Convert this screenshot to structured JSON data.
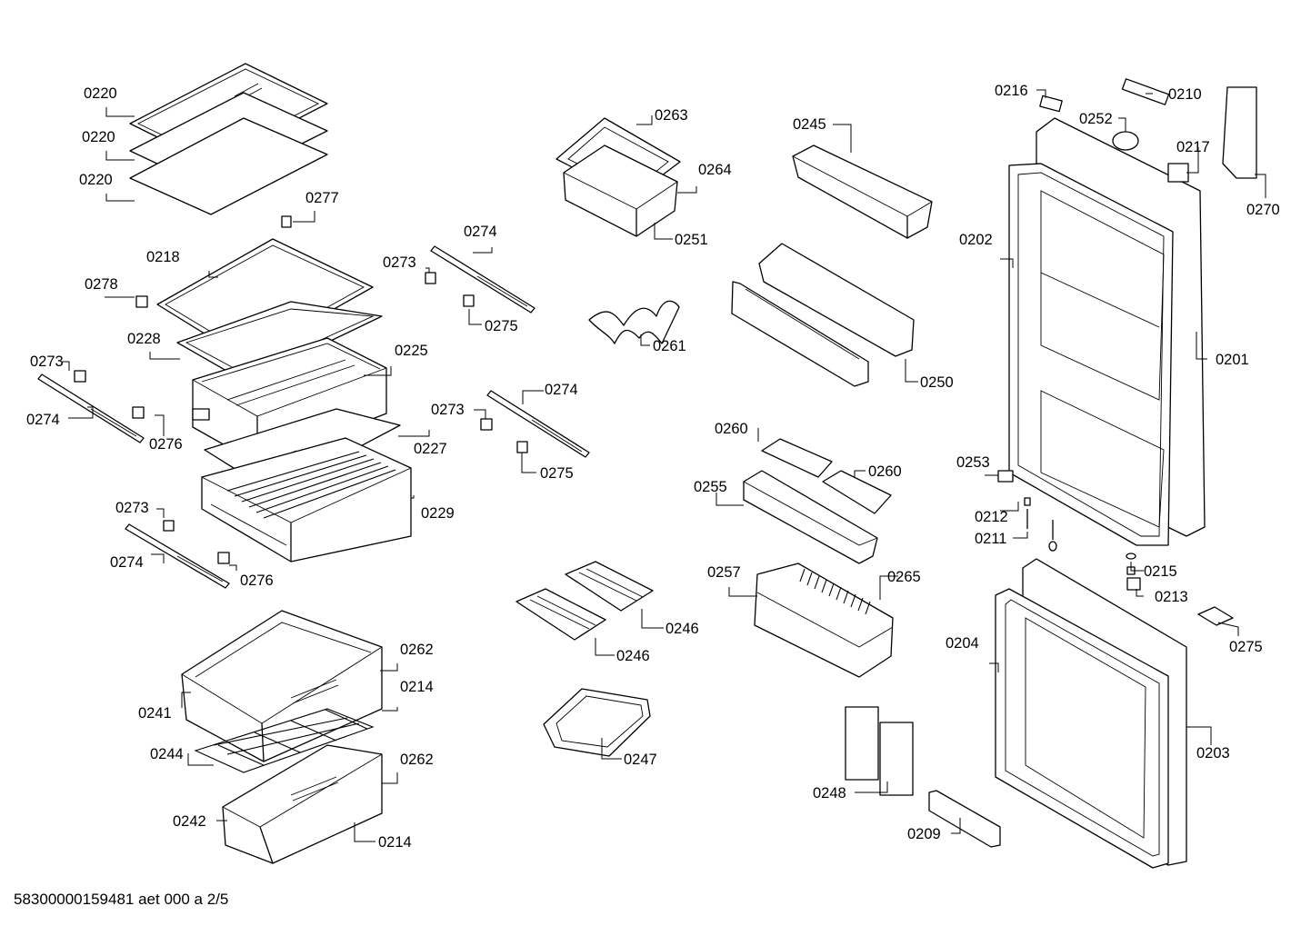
{
  "footer": "58300000159481 aet 000 a 2/5",
  "labels": [
    "0220",
    "0220",
    "0220",
    "0277",
    "0218",
    "0278",
    "0228",
    "0225",
    "0273",
    "0274",
    "0276",
    "0227",
    "0229",
    "0273",
    "0274",
    "0276",
    "0262",
    "0214",
    "0241",
    "0244",
    "0262",
    "0242",
    "0214",
    "0263",
    "0264",
    "0251",
    "0274",
    "0273",
    "0275",
    "0261",
    "0274",
    "0273",
    "0275",
    "0246",
    "0246",
    "0247",
    "0245",
    "0250",
    "0260",
    "0260",
    "0255",
    "0257",
    "0265",
    "0248",
    "0209",
    "0216",
    "0210",
    "0252",
    "0217",
    "0270",
    "0202",
    "0201",
    "0253",
    "0212",
    "0211",
    "0215",
    "0213",
    "0275",
    "0204",
    "0203"
  ]
}
